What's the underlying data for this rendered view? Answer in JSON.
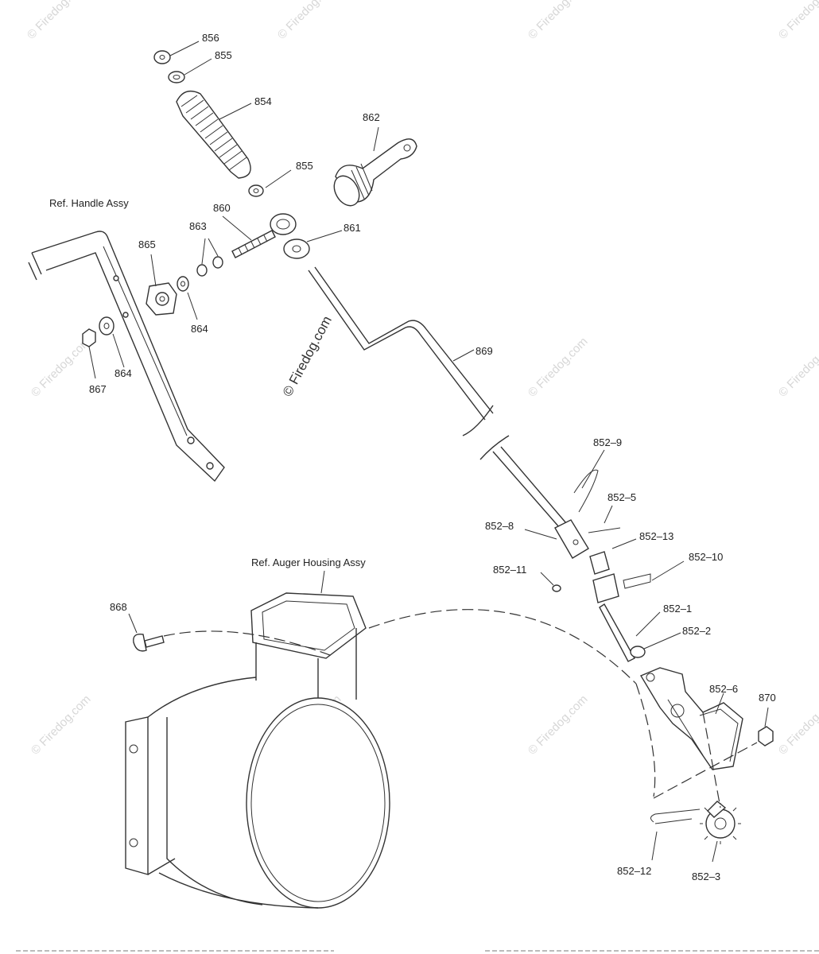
{
  "watermark": {
    "tile_text": "© Firedog.com",
    "center_text": "© Firedog.com"
  },
  "references": {
    "handle": "Ref. Handle Assy",
    "auger_housing": "Ref. Auger Housing Assy"
  },
  "callouts": {
    "p856": "856",
    "p855a": "855",
    "p854": "854",
    "p862": "862",
    "p855b": "855",
    "p860": "860",
    "p863": "863",
    "p861": "861",
    "p865": "865",
    "p864a": "864",
    "p864b": "864",
    "p867": "867",
    "p869": "869",
    "p852_9": "852–9",
    "p852_5": "852–5",
    "p852_8": "852–8",
    "p852_13": "852–13",
    "p852_11": "852–11",
    "p852_10": "852–10",
    "p852_1": "852–1",
    "p852_2": "852–2",
    "p868": "868",
    "p852_6": "852–6",
    "p870": "870",
    "p852_12": "852–12",
    "p852_3": "852–3"
  }
}
